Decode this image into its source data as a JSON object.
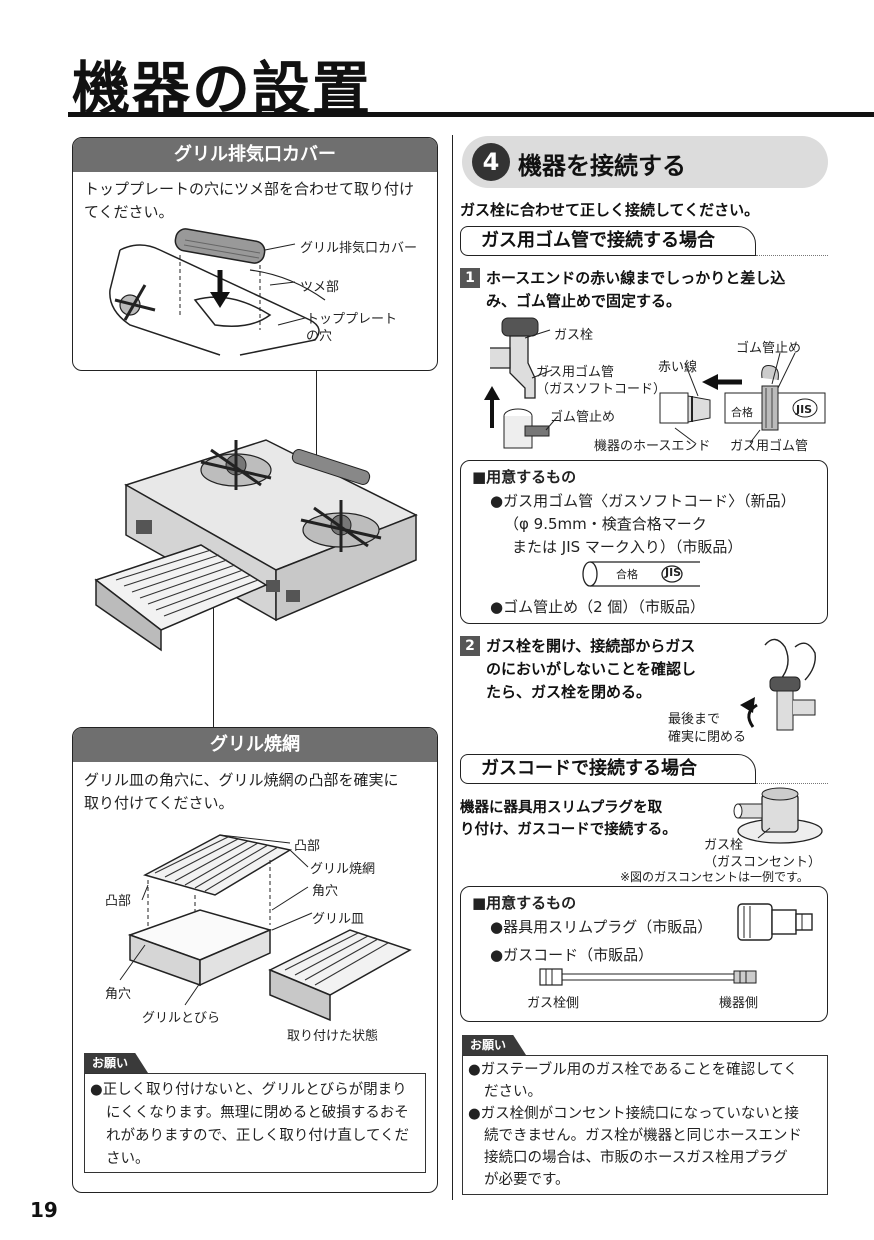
{
  "page": {
    "title": "機器の設置",
    "page_number": "19"
  },
  "grill_cover": {
    "heading": "グリル排気口カバー",
    "text_line1": "トッププレートの穴にツメ部を合わせて取り付け",
    "text_line2": "てください。",
    "label_cover": "グリル排気口カバー",
    "label_tab": "ツメ部",
    "label_hole_1": "トッププレート",
    "label_hole_2": "の穴"
  },
  "grill_net": {
    "heading": "グリル焼網",
    "text_line1": "グリル皿の角穴に、グリル焼網の凸部を確実に",
    "text_line2": "取り付けてください。",
    "label_bump_top": "凸部",
    "label_net": "グリル焼網",
    "label_bump_left": "凸部",
    "label_slot_right": "角穴",
    "label_tray": "グリル皿",
    "label_slot_left": "角穴",
    "label_door": "グリルとびら",
    "label_attached": "取り付けた状態",
    "note_tag": "お願い",
    "note_line1": "●正しく取り付けないと、グリルとびらが閉まり",
    "note_line2": "にくくなります。無理に閉めると破損するおそ",
    "note_line3": "れがありますので、正しく取り付け直してくだ",
    "note_line4": "さい。"
  },
  "section4": {
    "number": "4",
    "title": "機器を接続する",
    "intro": "ガス栓に合わせて正しく接続してください。",
    "hose": {
      "tab": "ガス用ゴム管で接続する場合",
      "step1_badge": "1",
      "step1_line1": "ホースエンドの赤い線までしっかりと差し込",
      "step1_line2": "み、ゴム管止めで固定する。",
      "label_gas_valve": "ガス栓",
      "label_rubber_hose_1": "ガス用ゴム管",
      "label_rubber_hose_2": "（ガスソフトコード）",
      "label_clamp_left": "ゴム管止め",
      "label_red_line": "赤い線",
      "label_clamp_right": "ゴム管止め",
      "label_hose_end": "機器のホースエンド",
      "label_gas_hose": "ガス用ゴム管",
      "mark_pass": "合格",
      "mark_jis": "JIS",
      "prep_title": "■用意するもの",
      "prep_item1_line1": "●ガス用ゴム管〈ガスソフトコード〉（新品）",
      "prep_item1_line2": "（φ 9.5mm・検査合格マーク",
      "prep_item1_line3": "または JIS マーク入り）（市販品）",
      "prep_item2": "●ゴム管止め（2 個）（市販品）",
      "step2_badge": "2",
      "step2_line1": "ガス栓を開け、接続部からガス",
      "step2_line2": "のにおいがしないことを確認し",
      "step2_line3": "たら、ガス栓を閉める。",
      "label_close_1": "最後まで",
      "label_close_2": "確実に閉める"
    },
    "cord": {
      "tab": "ガスコードで接続する場合",
      "text_line1": "機器に器具用スリムプラグを取",
      "text_line2": "り付け、ガスコードで接続する。",
      "label_outlet_1": "ガス栓",
      "label_outlet_2": "（ガスコンセント）",
      "outlet_note": "※図のガスコンセントは一例です。",
      "prep_title": "■用意するもの",
      "prep_item1": "●器具用スリムプラグ（市販品）",
      "prep_item2": "●ガスコード（市販品）",
      "label_valve_side": "ガス栓側",
      "label_device_side": "機器側"
    },
    "note": {
      "tag": "お願い",
      "line1": "●ガステーブル用のガス栓であることを確認してく",
      "line2": "ださい。",
      "line3": "●ガス栓側がコンセント接続口になっていないと接",
      "line4": "続できません。ガス栓が機器と同じホースエンド",
      "line5": "接続口の場合は、市販のホースガス栓用プラグ",
      "line6": "が必要です。"
    }
  }
}
